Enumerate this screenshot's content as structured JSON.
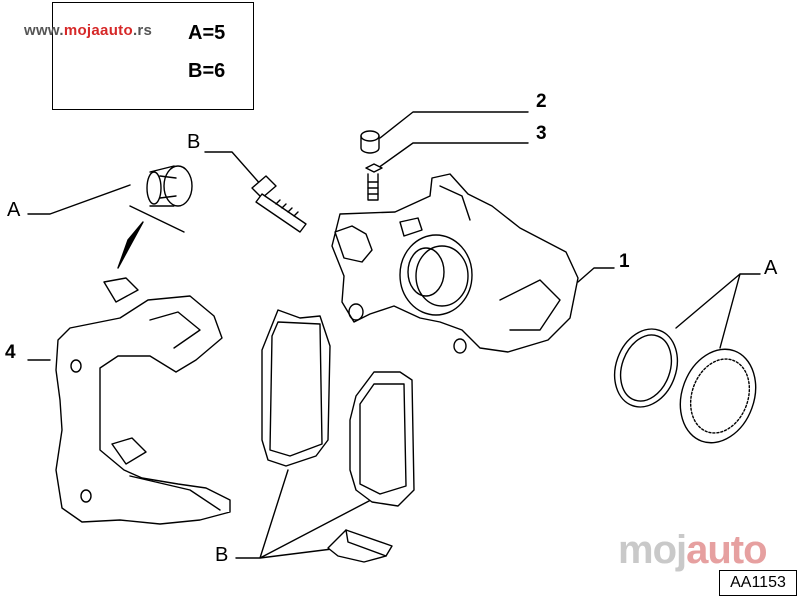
{
  "header": {
    "site_url_prefix": "www.",
    "site_url_brand_a": "moja",
    "site_url_brand_b": "uto",
    "site_url_brand_accent": "a",
    "site_url_suffix": ".rs",
    "kit_a": "A=5",
    "kit_b": "B=6"
  },
  "callouts": {
    "part_1": "1",
    "part_2": "2",
    "part_3": "3",
    "part_4": "4",
    "a_left": "A",
    "a_right": "A",
    "b_top": "B",
    "b_bottom": "B"
  },
  "watermark": {
    "prefix": "moj",
    "accent": "auto"
  },
  "reference_code": "AA1153",
  "colors": {
    "line": "#000000",
    "watermark_grey": "#c9c9c9",
    "watermark_red": "#e6a0a0",
    "brand_red": "#d62828"
  }
}
